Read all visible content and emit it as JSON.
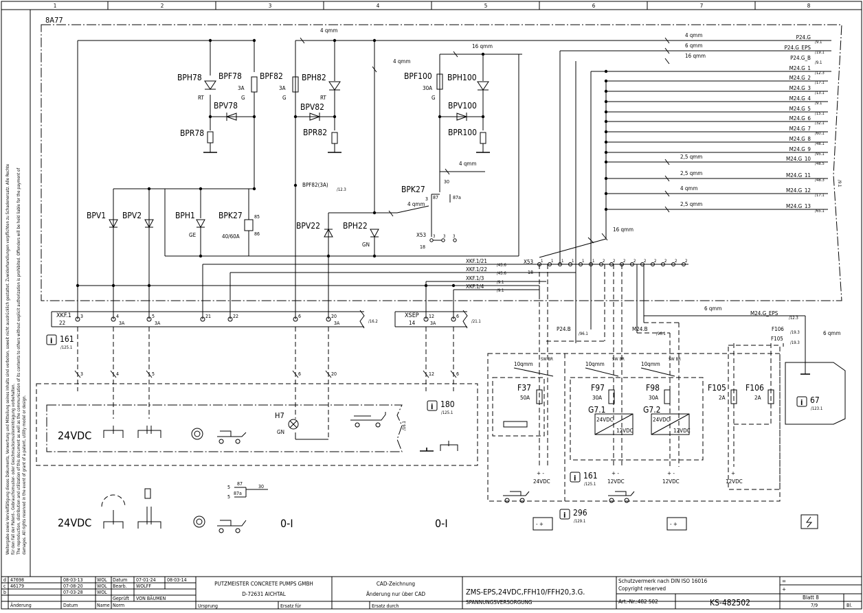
{
  "frame": {
    "columns": [
      "1",
      "2",
      "3",
      "4",
      "5",
      "6",
      "7",
      "8"
    ],
    "group_label": "8A77"
  },
  "side_note": {
    "line1": "Weitergabe sowie Vervielfältigung dieses Dokuments, Verwertung und Mitteilung seines Inhalts sind verboten, soweit nicht ausdrücklich gestattet. Zuwiderhandlungen verpflichten zu Schadenersatz. Alle Rechte",
    "line2": "für den Fall der Patent-, Gebrauchsmuster- oder Geschmacksmustereintragung vorbehalten.",
    "line3": "The reproduction, distribution and utilization of this document as well as the communication of its contents to others without explicit authorization is prohibited. Offenders will be held liable for the payment of",
    "line4": "damages. All rights reserved in the event of grant of a patent, utility model or design."
  },
  "components": {
    "bph78": "BPH78",
    "bpf78": "BPF78",
    "bpf78_amp": "3A",
    "bph78_rt": "RT",
    "bpf78_g": "G",
    "bpv78": "BPV78",
    "bpr78": "BPR78",
    "bpf82": "BPF82",
    "bpf82_amp": "3A",
    "bpf82_g": "G",
    "bph82": "BPH82",
    "bph82_rt": "RT",
    "bpv82": "BPV82",
    "bpr82": "BPR82",
    "bpf100": "BPF100",
    "bpf100_amp": "30A",
    "bpf100_g": "G",
    "bph100": "BPH100",
    "bpv100": "BPV100",
    "bpr100": "BPR100",
    "bpv1": "BPV1",
    "bpv2": "BPV2",
    "bph1": "BPH1",
    "bph1_ge": "GE",
    "bpk27": "BPK27",
    "bpk27_rating": "40/60A",
    "pin85": "85",
    "pin86": "86",
    "bpf82ref": "BPF82(3A)",
    "bpf82ref_page": "/12.3",
    "bpv22": "BPV22",
    "bph22": "BPH22",
    "bph22_gn": "GN",
    "bpk27b": "BPK27",
    "k3": "3",
    "k30": "30",
    "k87": "87",
    "k87a": "87a",
    "x53a": "X53",
    "x53a_18": "18",
    "x53a_3a": "3",
    "x53a_3b": "3",
    "x53a_3c": "3",
    "x53b": "X53",
    "x53b_18": "18",
    "xkf1": "XKF.1",
    "xkf1_22": "22",
    "xsep": "XSEP",
    "xsep_14": "14",
    "h7": "H7",
    "h7_gn": "GN",
    "f37": "F37",
    "f37_amp": "50A",
    "f97": "F97",
    "f97_amp": "30A",
    "f98": "F98",
    "f98_amp": "30A",
    "g71": "G7.1",
    "g72": "G7.2",
    "conv_in": "24VDC",
    "conv_out": "12VDC",
    "f105": "F105",
    "f105_amp": "2A",
    "f106": "F106",
    "f106_amp": "2A",
    "f106_top": "F106",
    "f105_top": "F105",
    "f_page1": "/19.3",
    "f_page2": "/19.3",
    "big_24vdc_1": "24VDC",
    "big_24vdc_2": "24VDC",
    "zero_one_1": "0-I",
    "zero_one_2": "0-I",
    "swbr1": "SW BR",
    "swbr2": "SW BR",
    "swbr3": "SW BR",
    "q10_1": "10qmm",
    "q10_2": "10qmm",
    "q10_3": "10qmm",
    "pm_24": "24VDC",
    "pm_12a": "12VDC",
    "pm_12b": "12VDC",
    "pm_12c": "12VDC",
    "p24b": "P24.B",
    "p24b_page": "/96.1",
    "m24b": "M24.B",
    "m24b_page": "/96.1",
    "leg87": "87",
    "leg87a": "87a",
    "leg30": "30",
    "leg5a": "5",
    "leg5b": "5",
    "q4_top": "4 qmm",
    "q4_mid": "4 qmm",
    "q16_mid": "16 qmm",
    "q4_bpk": "4 qmm",
    "q4_x53": "4 qmm",
    "q16_m": "16 qmm",
    "q6_eps": "6 qmm",
    "q6_r": "6 qmm",
    "m24eps": "M24.G_EPS",
    "m24eps_page": "/12.3"
  },
  "bus_lines": [
    {
      "wire": "4 qmm",
      "name": "P24.G",
      "page": "/9.1"
    },
    {
      "wire": "6 qmm",
      "name": "P24.G_EPS",
      "page": "/19.1"
    },
    {
      "wire": "16 qmm",
      "name": "P24.G_B",
      "page": "/9.1"
    },
    {
      "wire": "",
      "name": "M24.G_1",
      "page": "/12.3"
    },
    {
      "wire": "",
      "name": "M24.G_2",
      "page": "/17.1"
    },
    {
      "wire": "",
      "name": "M24.G_3",
      "page": "/13.1"
    },
    {
      "wire": "",
      "name": "M24.G_4",
      "page": "/9.1"
    },
    {
      "wire": "",
      "name": "M24.G_5",
      "page": "/15.1"
    },
    {
      "wire": "",
      "name": "M24.G_6",
      "page": "/32.1"
    },
    {
      "wire": "",
      "name": "M24.G_7",
      "page": "/60.1"
    },
    {
      "wire": "",
      "name": "M24.G_8",
      "page": "/48.1"
    },
    {
      "wire": "",
      "name": "M24.G_9",
      "page": "/95.1"
    },
    {
      "wire": "2,5 qmm",
      "name": "M24.G_10",
      "page": "/48.5"
    },
    {
      "wire": "2,5 qmm",
      "name": "M24.G_11",
      "page": "/48.3"
    },
    {
      "wire": "4 qmm",
      "name": "M24.G_12",
      "page": "/17.1"
    },
    {
      "wire": "2,5 qmm",
      "name": "M24.G_13",
      "page": "/65.1"
    }
  ],
  "bus_ref": "/9.1",
  "xkf_lines": [
    {
      "name": "XKF.1/21",
      "page": "/45.6"
    },
    {
      "name": "XKF.1/22",
      "page": "/45.6"
    },
    {
      "name": "XKF.1/3",
      "page": "/9.1"
    },
    {
      "name": "XKF.1/4",
      "page": "/9.1"
    }
  ],
  "xkf_pins": [
    {
      "pin": "3",
      "amp": ""
    },
    {
      "pin": "4",
      "amp": "3A"
    },
    {
      "pin": "5",
      "amp": "3A"
    },
    {
      "pin": "21",
      "amp": ""
    },
    {
      "pin": "22",
      "amp": ""
    },
    {
      "pin": "6",
      "amp": ""
    },
    {
      "pin": "20",
      "amp": "3A"
    }
  ],
  "xkf_page": "/16.2",
  "xsep_pins": [
    {
      "pin": "12",
      "amp": "3A"
    },
    {
      "pin": "6",
      "amp": ""
    }
  ],
  "xsep_page": "/21.1",
  "wire_numbers": [
    "3",
    "4",
    "5",
    "6",
    "20",
    "12",
    "6"
  ],
  "x53_pins": [
    "1",
    "1",
    "1",
    "1",
    "1",
    "1",
    "2",
    "2",
    "2",
    "2",
    "2",
    "2",
    "2",
    "2",
    "2"
  ],
  "page_refs": {
    "box_1451": "/16.1",
    "info_161": "161",
    "info_161_page": "/125.1",
    "info_180": "180",
    "info_180_page": "/125.1",
    "info_67": "67",
    "info_67_page": "/123.1",
    "info_161b": "161",
    "info_161b_page": "/125.1",
    "info_296": "296",
    "info_296_page": "/129.1"
  },
  "title_block": {
    "rev_d": "d",
    "rev_c": "c",
    "rev_b": "b",
    "rev_d_no": "47698",
    "rev_c_no": "46179",
    "rev_b_no": "",
    "rev_d_date": "08-03-13",
    "rev_c_date": "07-08-20",
    "rev_b_date": "07-03-28",
    "rev_d_name": "WOL",
    "rev_c_name": "WOL",
    "rev_b_name": "WOL",
    "lbl_aenderung": "Änderung",
    "lbl_datum_col": "Datum",
    "lbl_name_col": "Name",
    "lbl_norm": "Norm",
    "lbl_datum": "Datum",
    "datum_1": "07-01-24",
    "datum_2": "08-03-14",
    "lbl_bearb": "Bearb.",
    "bearb": "WOLFF",
    "lbl_gepr": "Geprüft",
    "gepr": "VON BÄUMEN",
    "company": "PUTZMEISTER CONCRETE PUMPS GMBH",
    "city": "D-72631 AICHTAL",
    "lbl_ursprung": "Ursprung",
    "lbl_ersatz_fuer": "Ersatz für",
    "lbl_ersatz_durch": "Ersatz durch",
    "cad1": "CAD-Zeichnung",
    "cad2": "Änderung nur über CAD",
    "drawing_title": "ZMS-EPS,24VDC,FFH10/FFH20,3.G.",
    "drawing_subtitle": "SPANNUNGSVERSORGUNG",
    "protect1": "Schutzvermerk nach DIN ISO 16016",
    "protect2": "Copyright reserved",
    "art_label": "Art.-Nr.:482 502",
    "ks": "KS-482502",
    "eq": "=",
    "plus": "+",
    "blatt": "Blatt 8",
    "of": "7/9",
    "bl": "Bl."
  }
}
